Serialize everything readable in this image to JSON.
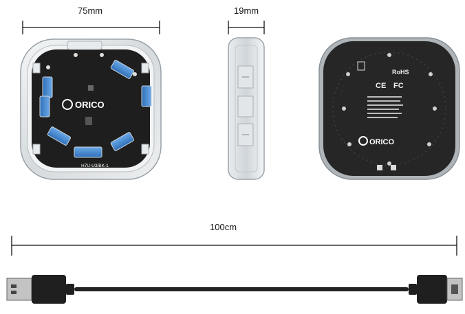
{
  "dimensions": {
    "width_label": "75mm",
    "thickness_label": "19mm",
    "cable_label": "100cm"
  },
  "product": {
    "brand": "ORICO",
    "model_code": "H7U-U3/BK-1",
    "back_brand": "ORICO",
    "back_marks": [
      "RoHS",
      "CE",
      "FC"
    ]
  },
  "colors": {
    "body_dark": "#1c1c1c",
    "frame_clear": "#dfe3e6",
    "usb_blue": "#4a90d9",
    "cable": "#222222",
    "connector_metal": "#bcbcbc"
  }
}
